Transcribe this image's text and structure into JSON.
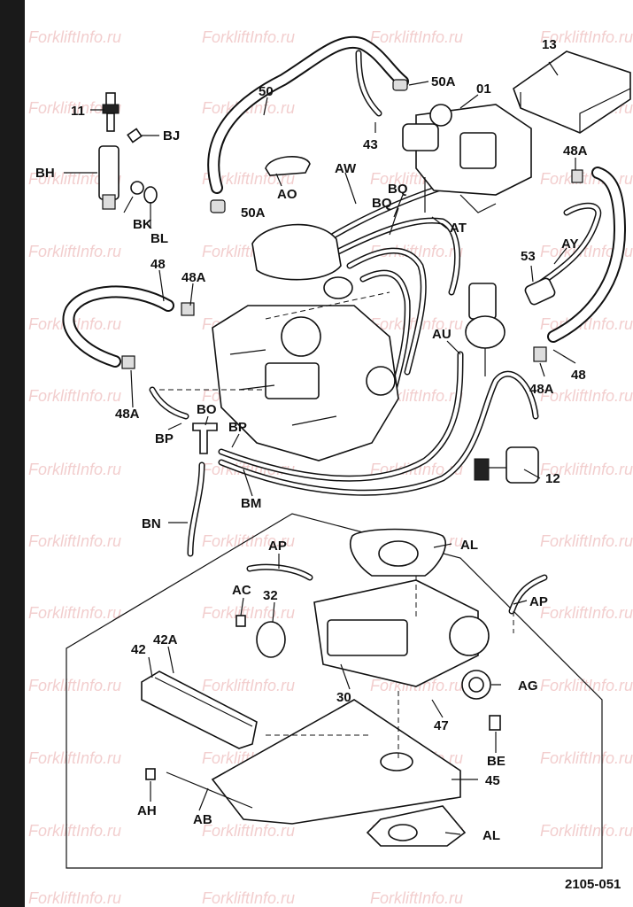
{
  "figure_number": "2105-051",
  "watermark": "ForkliftInfo.ru",
  "part_labels": {
    "p11": "11",
    "bj": "BJ",
    "bh": "BH",
    "bk": "BK",
    "bl": "BL",
    "p50": "50",
    "p50a_top": "50A",
    "p50a_left": "50A",
    "p01": "01",
    "p13": "13",
    "p43": "43",
    "ao": "AO",
    "aw": "AW",
    "bq_1": "BQ",
    "bq_2": "BQ",
    "at": "AT",
    "p48a_tr": "48A",
    "ay": "AY",
    "p53": "53",
    "p48_left": "48",
    "p48a_left": "48A",
    "au": "AU",
    "p48_right": "48",
    "p48a_right": "48A",
    "p48a_bl": "48A",
    "bo": "BO",
    "bp_1": "BP",
    "bp_2": "BP",
    "bm": "BM",
    "p12": "12",
    "bn": "BN",
    "ap_1": "AP",
    "ap_2": "AP",
    "al_1": "AL",
    "al_2": "AL",
    "ac": "AC",
    "p32": "32",
    "p42": "42",
    "p42a": "42A",
    "p30": "30",
    "ag": "AG",
    "p47": "47",
    "be": "BE",
    "p45": "45",
    "ah": "AH",
    "ab": "AB"
  },
  "colors": {
    "ink": "#111111",
    "paper": "#ffffff",
    "watermark": "#e9a7a7",
    "left_bar": "#1a1a1a"
  }
}
